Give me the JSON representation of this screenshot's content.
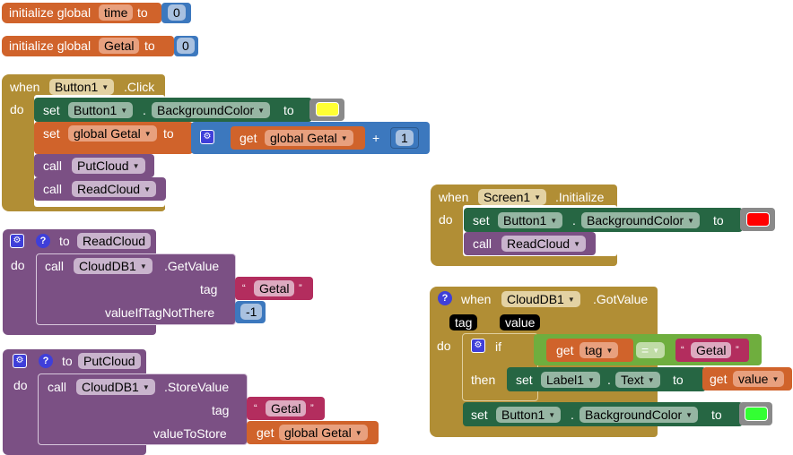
{
  "globals": [
    {
      "prefix": "initialize global",
      "name": "time",
      "to": "to",
      "value": "0"
    },
    {
      "prefix": "initialize global",
      "name": "Getal",
      "to": "to",
      "value": "0"
    }
  ],
  "button_click": {
    "when": "when",
    "component": "Button1",
    "event": ".Click",
    "do": "do",
    "set1": {
      "set": "set",
      "component": "Button1",
      "dot": ".",
      "property": "BackgroundColor",
      "to": "to",
      "color": "#ffff33"
    },
    "set2": {
      "set": "set",
      "variable": "global Getal",
      "to": "to",
      "get": "get",
      "get_var": "global Getal",
      "op": "+",
      "num": "1"
    },
    "call1": {
      "call": "call",
      "proc": "PutCloud"
    },
    "call2": {
      "call": "call",
      "proc": "ReadCloud"
    }
  },
  "screen_init": {
    "when": "when",
    "component": "Screen1",
    "event": ".Initialize",
    "do": "do",
    "set1": {
      "set": "set",
      "component": "Button1",
      "dot": ".",
      "property": "BackgroundColor",
      "to": "to",
      "color": "#ff0000"
    },
    "call1": {
      "call": "call",
      "proc": "ReadCloud"
    }
  },
  "read_cloud": {
    "to": "to",
    "name": "ReadCloud",
    "do": "do",
    "call": "call",
    "component": "CloudDB1",
    "method": ".GetValue",
    "tag_label": "tag",
    "tag_open": "“",
    "tag_value": "Getal",
    "tag_close": "”",
    "default_label": "valueIfTagNotThere",
    "default_value": "-1"
  },
  "put_cloud": {
    "to": "to",
    "name": "PutCloud",
    "do": "do",
    "call": "call",
    "component": "CloudDB1",
    "method": ".StoreValue",
    "tag_label": "tag",
    "tag_open": "“",
    "tag_value": "Getal",
    "tag_close": "”",
    "value_label": "valueToStore",
    "get": "get",
    "get_var": "global Getal"
  },
  "got_value": {
    "when": "when",
    "component": "CloudDB1",
    "event": ".GotValue",
    "param1": "tag",
    "param2": "value",
    "do": "do",
    "if": "if",
    "get": "get",
    "get_var": "tag",
    "op": "=",
    "str_open": "“",
    "str_value": "Getal",
    "str_close": "”",
    "then": "then",
    "set_then": {
      "set": "set",
      "component": "Label1",
      "dot": ".",
      "property": "Text",
      "to": "to",
      "get": "get",
      "get_var": "value"
    },
    "set_after": {
      "set": "set",
      "component": "Button1",
      "dot": ".",
      "property": "BackgroundColor",
      "to": "to",
      "color": "#33ff33"
    }
  },
  "icons": {
    "gear": "⚙",
    "question": "?",
    "dropdown": "▼"
  }
}
